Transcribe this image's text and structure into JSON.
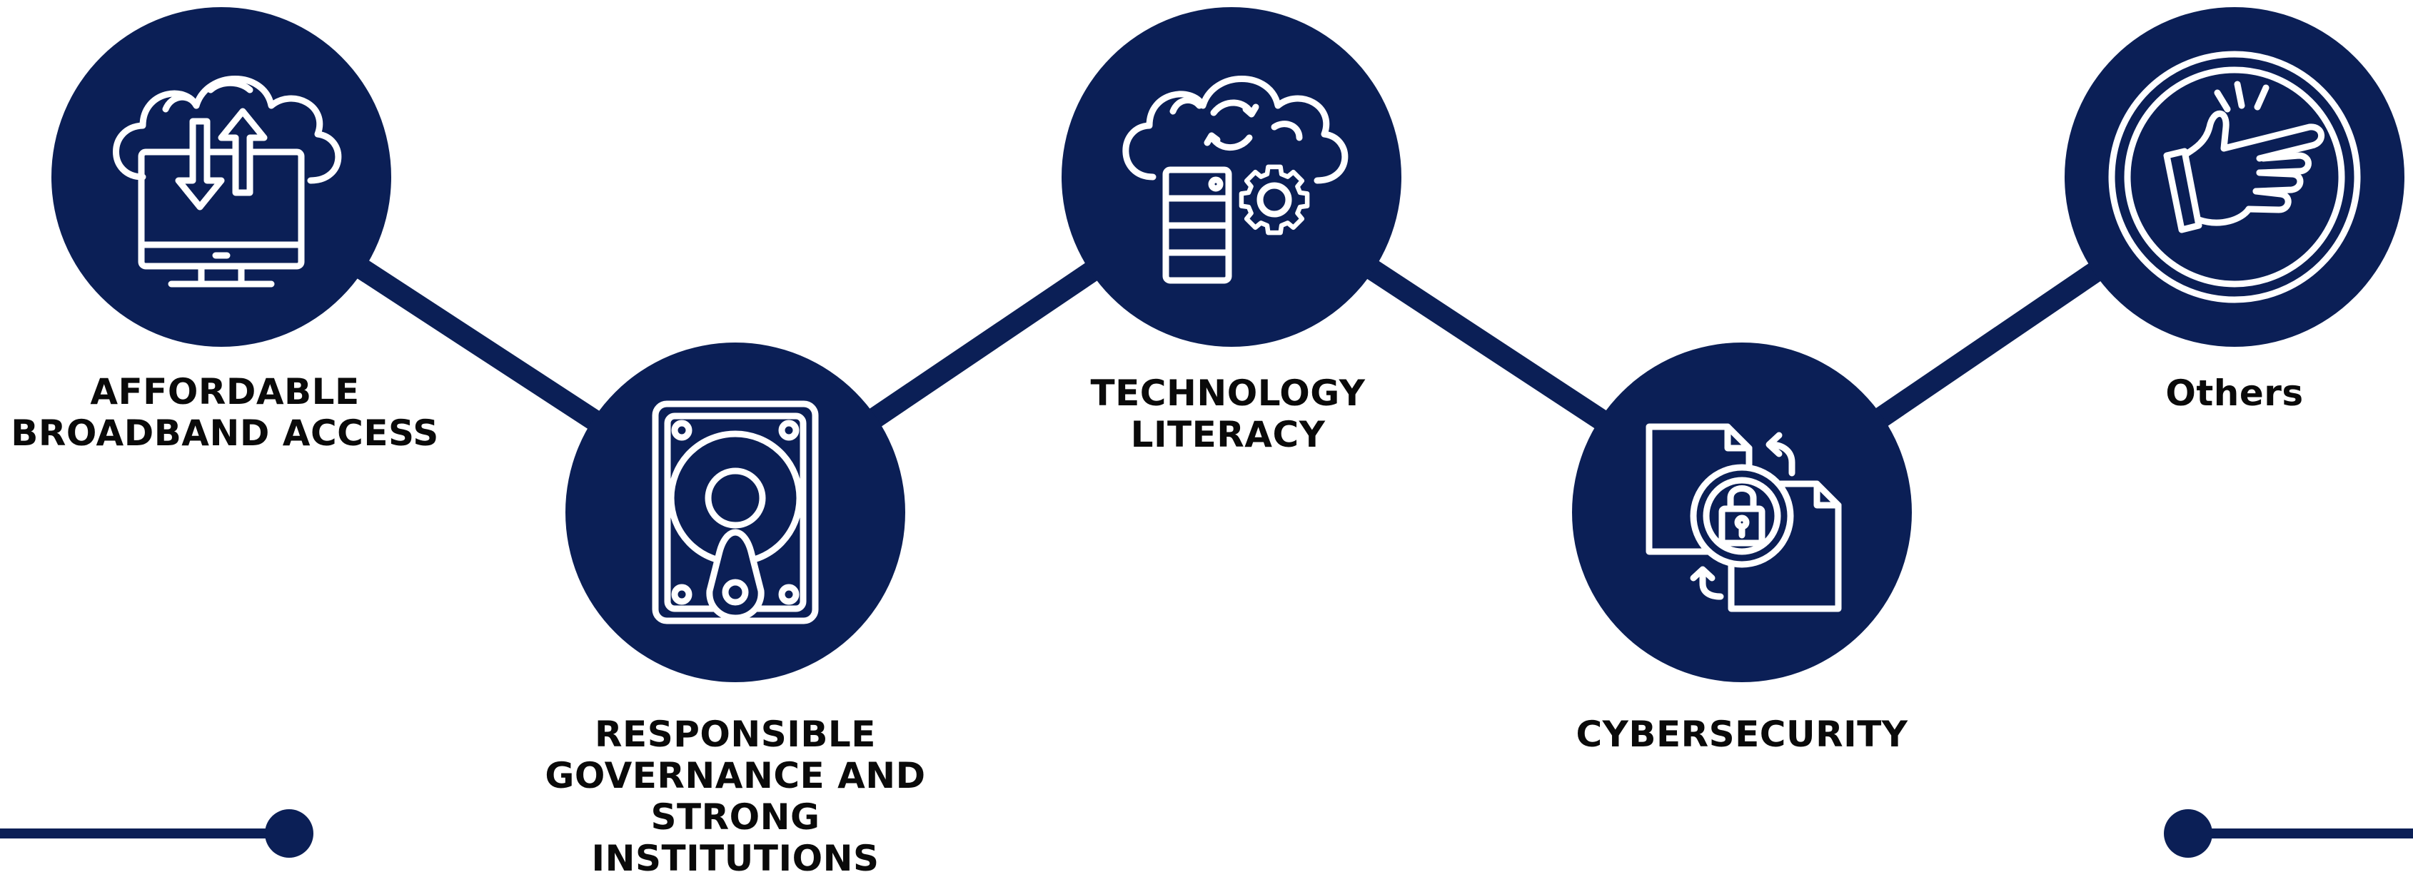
{
  "colors": {
    "navy": "#0b1f56",
    "icon": "#ffffff",
    "text": "#0a0a0a"
  },
  "nodes": [
    {
      "id": "broadband",
      "icon": "cloud-transfer-monitor-icon",
      "label": "AFFORDABLE\nBROADBAND ACCESS"
    },
    {
      "id": "governance",
      "icon": "hard-drive-icon",
      "label": "RESPONSIBLE\nGOVERNANCE AND\nSTRONG\nINSTITUTIONS"
    },
    {
      "id": "literacy",
      "icon": "cloud-server-gear-icon",
      "label": "TECHNOLOGY\nLITERACY"
    },
    {
      "id": "cybersecurity",
      "icon": "document-lock-icon",
      "label": "CYBERSECURITY"
    },
    {
      "id": "others",
      "icon": "pointing-hand-icon",
      "label": "Others"
    }
  ]
}
